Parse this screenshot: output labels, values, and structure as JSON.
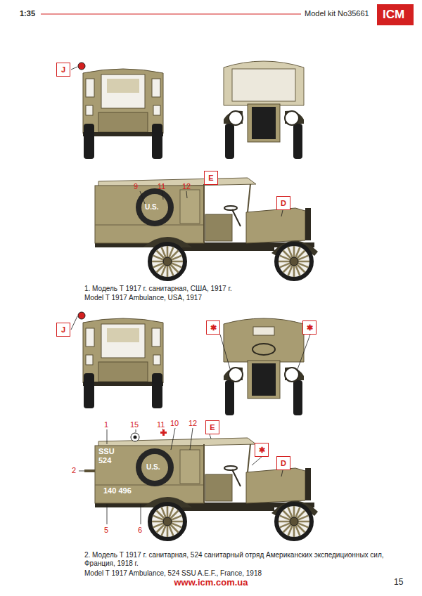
{
  "diagram": {
    "nodes": [
      {
        "text": [
          "J"
        ]
      },
      {
        "text": [
          "E"
        ]
      },
      {
        "text": [
          "D"
        ]
      },
      {
        "text": [
          "J"
        ]
      },
      {
        "text": [
          "✱"
        ]
      },
      {
        "text": [
          "✱"
        ]
      },
      {
        "text": [
          "E"
        ]
      },
      {
        "text": [
          "✱"
        ]
      },
      {
        "text": [
          "D"
        ]
      }
    ],
    "labels": [
      "1:35",
      "Model kit No35661",
      "ICM",
      "9",
      "11",
      "12",
      "U.S.",
      "1. Модель T 1917 г. санитарная, США, 1917 г.",
      "Model T 1917 Ambulance, USA, 1917",
      "1",
      "15",
      "11",
      "10",
      "12",
      "2",
      "SSU",
      "524",
      "U.S.",
      "140 496",
      "5",
      "6",
      "2. Модель T 1917 г. санитарная, 524 санитарный отряд Американских экспедиционных сил, Франция, 1918 г.",
      "Model T 1917 Ambulance, 524 SSU A.E.F., France, 1918",
      "www.icm.com.ua",
      "15"
    ]
  }
}
